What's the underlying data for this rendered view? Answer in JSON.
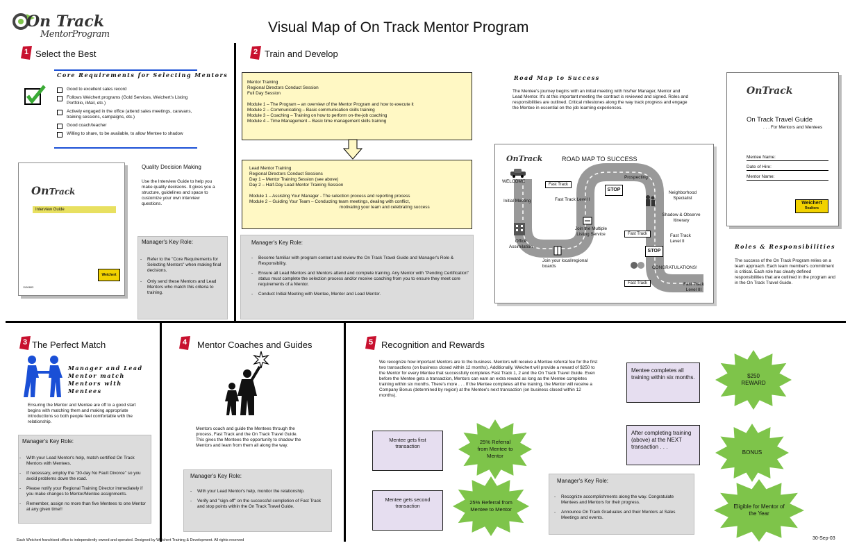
{
  "title": "Visual Map of On Track Mentor Program",
  "logo": {
    "word1": "On Track",
    "word2": "MentorProgram"
  },
  "colors": {
    "blue": "#1a4fd6",
    "green": "#7ec44a",
    "yellow": "#fff8c4",
    "purple": "#e6def0",
    "gray": "#dcdcdc",
    "badge_red": "#c8102e"
  },
  "s1": {
    "num": "1",
    "title": "Select the Best",
    "core_heading": "Core Requirements for Selecting Mentors",
    "core_items": [
      "Good to excellent sales record",
      "Follows Weichert programs (Gold Services, Weichert's Listing Portfolio, iMail, etc.)",
      "Actively engaged in the office (attend sales meetings, caravans, training sessions, campaigns, etc.)",
      "Good coach/teacher",
      "Willing to share, to be available, to allow Mentee to shadow"
    ],
    "guide_title": "Interview Guide",
    "guide_footer": "1100803",
    "quality_heading": "Quality Decision Making",
    "quality_text": "Use the Interview Guide to help you make quality decisions. It gives you a structure, guidelines and space to customize your own interview questions.",
    "manager_role_label": "Manager's Key Role:",
    "manager_items": [
      "Refer to the \"Core Requirements for Selecting Mentors\" when making final decisions.",
      "Only send these Mentors and Lead Mentors who match this criteria to training."
    ]
  },
  "s2": {
    "num": "2",
    "title": "Train and Develop",
    "mentor_training_lines": [
      "Mentor Training",
      "Regional Directors Conduct Session",
      "Full Day Session"
    ],
    "modules": [
      "Module 1 – The Program – an overview of the Mentor Program and how to execute it",
      "Module 2 – Communicating – Basic communication skills training",
      "Module 3 – Coaching – Training on how to perform on-the-job coaching",
      "Module 4 – Time Management – Basic time management skills training"
    ],
    "lead_training_lines": [
      "Lead Mentor Training",
      "Regional Directors Conduct Sessions",
      "Day 1 – Mentor Training Session (see above)",
      "Day 2 – Half-Day Lead Mentor Training Session"
    ],
    "lead_modules": [
      "Module 1 – Assisting Your Manager - The selection process and reporting process",
      "Module 2 – Guiding Your Team – Conducting team meetings, dealing with conflict,",
      "motivating your team and celebrating success"
    ],
    "manager_role_label": "Manager's Key Role:",
    "manager_items": [
      "Become familiar with program content and review the On Track Travel Guide and Manager's Role & Responsibility.",
      "Ensure all Lead Mentors and Mentors attend and complete training. Any Mentor with \"Pending Certification\" status must complete the selection process and/or receive coaching from you to ensure they meet core requirements of a Mentor.",
      "Conduct Initial Meeting with Mentee, Mentor and Lead Mentor."
    ],
    "roadmap_heading": "Road Map to Success",
    "roadmap_text": "The Mentee's journey begins with an initial meeting with his/her Manager, Mentor and Lead Mentor. It's at this important meeting the contract is reviewed and signed. Roles and responsibilities are outlined. Critical milestones along the way track progress and engage the Mentee in essential on the job learning experiences.",
    "map": {
      "title": "ROAD MAP TO SUCCESS",
      "welcome": "WELCOME",
      "initial_meeting": "Initial Meeting",
      "office_assimilation": "Office Assimilation",
      "fast_track": "Fast Track",
      "fast_track_l1": "Fast Track Level I",
      "prospecting": "Prospecting",
      "neighborhood": "Neighborhood Specialist",
      "stop": "STOP",
      "join_mls": "Join the Multiple Listing Service",
      "shadow": "Shadow & Observe Itinerary",
      "fast_track_ii": "Fast Track Level II",
      "join_boards": "Join your local/regional boards",
      "congrats": "CONGRATULATIONS!",
      "fast_track_iii": "Fast Track Level III"
    },
    "travel_guide": {
      "title": "On Track Travel Guide",
      "subtitle": ". . . For Mentors and Mentees",
      "fields": [
        "Mentee Name:",
        "Date of Hire:",
        "Mentor Name:"
      ],
      "weichert": "Weichert",
      "realtors": "Realtors"
    },
    "roles_heading": "Roles & Responsibilities",
    "roles_text": "The success of the On Track Program relies on a team approach. Each team member's commitment is critical. Each role has clearly defined responsibilities that are outlined in the program and in the On Track Travel Guide."
  },
  "s3": {
    "num": "3",
    "title": "The Perfect Match",
    "heading": "Manager and Lead Mentor match Mentors with Mentees",
    "text": "Ensuring the Mentor and Mentee are off to a good start begins with matching them and making appropriate introductions so both people feel comfortable with the relationship.",
    "manager_role_label": "Manager's Key Role:",
    "manager_items": [
      "With your Lead Mentor's help, match certified On Track Mentors with Mentees.",
      "If necessary, employ the \"30-day No Fault Divorce\" so you avoid problems down the road.",
      "Please notify your Regional Training Director immediately if you make changes to Mentor/Mentee assignments.",
      "Remember, assign no more than five Mentees to one Mentor at any given time!!"
    ]
  },
  "s4": {
    "num": "4",
    "title": "Mentor Coaches and Guides",
    "text": "Mentors coach and guide the Mentees through the process, Fast Track and the On Track Travel Guide. This gives the Mentees the opportunity to shadow the Mentors and learn from them all along the way.",
    "manager_role_label": "Manager's Key Role:",
    "manager_items": [
      "With your Lead Mentor's help, monitor the relationship.",
      "Verify and \"sign-off\" on the successful completion of Fast Track and stop points within the On Track Travel Guide."
    ]
  },
  "s5": {
    "num": "5",
    "title": "Recognition and Rewards",
    "text": "We recognize how important Mentors are to the business. Mentors will receive a Mentee referral fee for the first two transactions (on business closed within 12 months). Additionally, Weichert will provide a reward of $250 to the Mentor for every Mentee that successfully completes Fast Track 1, 2 and the On Track Travel Guide. Even before the Mentee gets a transaction, Mentors can earn an extra reward as long as the Mentee completes training within six months. There's more . . . If the Mentee completes all the training, the Mentor will receive a Company Bonus (determined by region) at the Mentee's next transaction (on business closed within 12 months).",
    "first_transaction": "Mentee gets first transaction",
    "second_transaction": "Mentee gets second transaction",
    "referral_1": "25% Referral from Mentee to Mentor",
    "referral_2": "25% Referral from Mentee to Mentor",
    "completes_training": "Mentee completes all training within six months.",
    "reward_250": "$250 REWARD",
    "after_completing": "After completing training (above) at the NEXT transaction . . .",
    "bonus": "BONUS",
    "manager_role_label": "Manager's Key Role:",
    "manager_items": [
      "Recognize accomplishments along the way. Congratulate Mentees and Mentors for their progress.",
      "Announce On Track Graduates and their Mentors at Sales Meetings and events."
    ],
    "eligible": "Eligible for Mentor of the Year"
  },
  "footer": {
    "disclaimer": "Each Weichert franchised office is independently owned and operated. Designed by Weichert Training & Development. All rights reserved",
    "date": "30-Sep-03"
  }
}
